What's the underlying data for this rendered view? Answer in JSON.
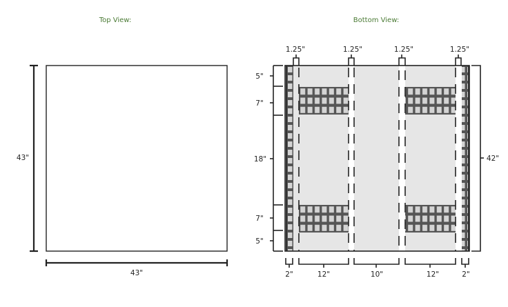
{
  "top_view": {
    "title": "Top View:",
    "height_label": "43\"",
    "width_label": "43\""
  },
  "bottom_view": {
    "title": "Bottom View:",
    "gap_labels": [
      "1.25\"",
      "1.25\"",
      "1.25\"",
      "1.25\""
    ],
    "left_labels": [
      "5\"",
      "7\"",
      "18\"",
      "7\"",
      "5\""
    ],
    "right_label": "42\"",
    "bottom_labels": [
      "2\"",
      "12\"",
      "10\"",
      "12\"",
      "2\""
    ]
  },
  "colors": {
    "title": "#4a7a34",
    "line": "#222222",
    "fill_light": "#e6e6e6",
    "grid_fill": "#d0d0d0",
    "grid_line": "#555555"
  }
}
